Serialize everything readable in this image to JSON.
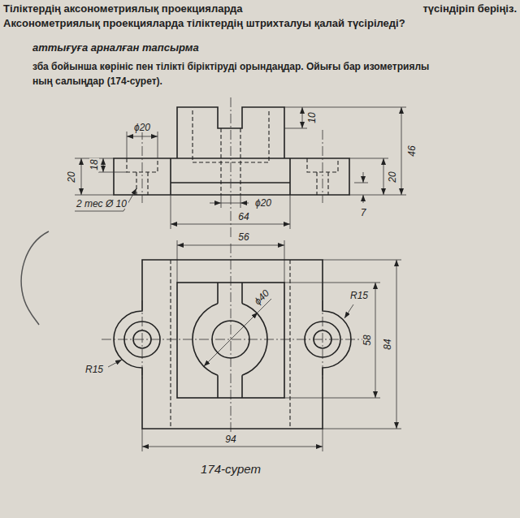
{
  "diagram": {
    "caption": "174-сурет",
    "labels": [
      "Тіліктердің аксонометриялық проекцияларда",
      "түсіндіріп беріңіз.",
      "Аксонометриялық проекцияларда тіліктердің штрихталуы қалай түсіріледі?",
      "аттығуға арналған тапсырма",
      "зба бойынша көрініс пен тілікті біріктіруді орындаңдар. Ойығы бар изометриялы",
      "ның салыңдар (174-сурет).",
      "ϕ20",
      "18",
      "20",
      "2 тес Ø 10",
      "10",
      "46",
      "20",
      "7",
      "ϕ20",
      "64",
      "56",
      "R15",
      "ϕ40",
      "58",
      "84",
      "R15",
      "94"
    ]
  }
}
